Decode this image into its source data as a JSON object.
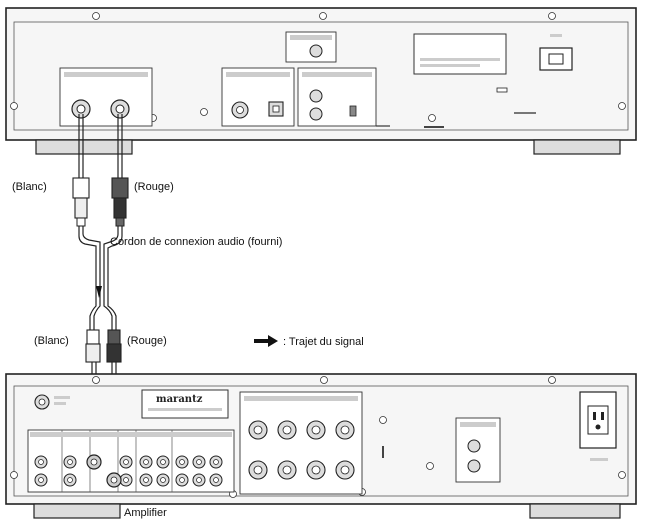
{
  "labels": {
    "top_blanc": "(Blanc)",
    "top_rouge": "(Rouge)",
    "cable": "Cordon de connexion audio (fourni)",
    "bot_blanc": "(Blanc)",
    "bot_rouge": "(Rouge)",
    "signal": ": Trajet du signal",
    "amplifier": "Amplifier"
  },
  "brand": {
    "name": "marantz"
  },
  "colors": {
    "stroke": "#222222",
    "panel": "#f4f4f4",
    "screen": "#d9d9d9",
    "jack_ring": "#bbbbbb"
  }
}
